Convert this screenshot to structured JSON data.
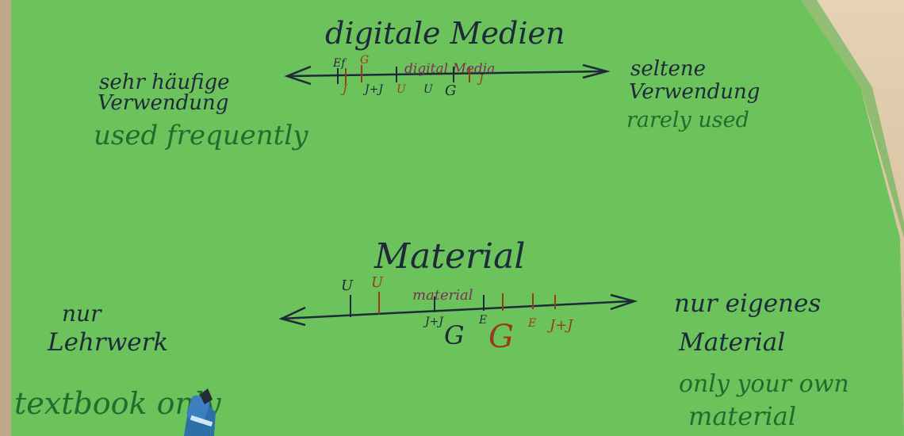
{
  "top_section": {
    "title": "digitale Medien",
    "axis_label": "digital Media",
    "left_de": [
      "sehr häufige",
      "Verwendung"
    ],
    "left_en": "used frequently",
    "right_de": [
      "seltene",
      "Verwendung"
    ],
    "right_en": "rarely used",
    "marks": [
      "Ef",
      "G",
      "J+J",
      "U",
      "U",
      "G",
      "J",
      "J"
    ]
  },
  "bottom_section": {
    "title": "Material",
    "axis_label": "material",
    "left_de": [
      "nur",
      "Lehrwerk"
    ],
    "left_en": "textbook only",
    "right_de": [
      "nur eigenes",
      "Material"
    ],
    "right_en": [
      "only your own",
      "material"
    ],
    "marks": [
      "U",
      "U",
      "J+J",
      "E",
      "G",
      "G",
      "E",
      "J+J"
    ]
  },
  "colors": {
    "paper": "#6cc35b",
    "ink_dark": "#1d2a3a",
    "ink_green": "#1f6e2d",
    "ink_red": "#9a3a1c"
  }
}
